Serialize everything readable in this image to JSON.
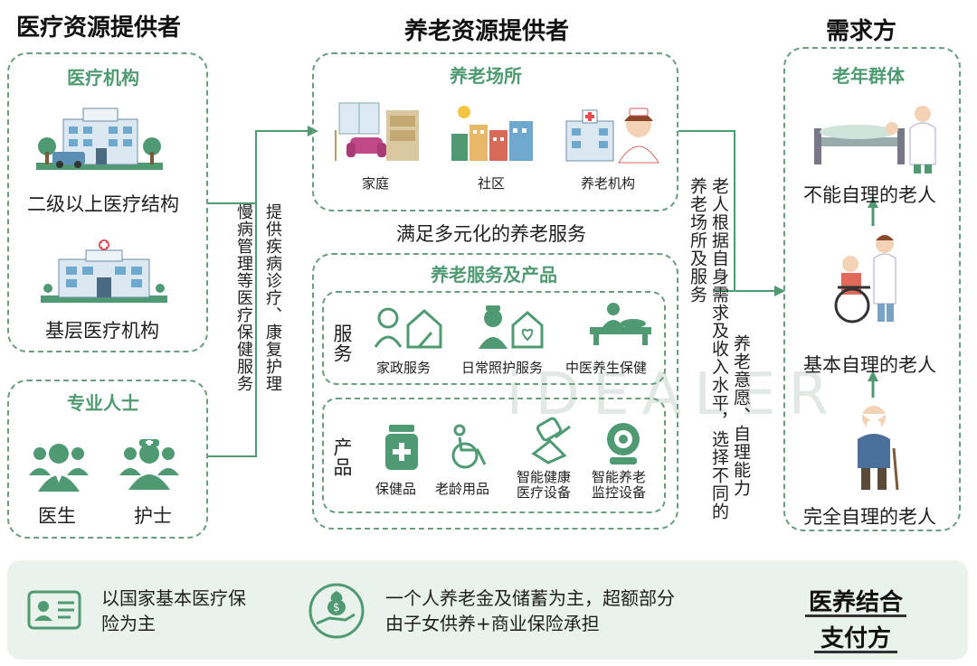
{
  "headers": {
    "medical": "医疗资源提供者",
    "elderly": "养老资源提供者",
    "demand": "需求方"
  },
  "medical_institutions": {
    "title": "医疗机构",
    "secondary": "二级以上医疗结构",
    "primary": "基层医疗机构"
  },
  "professionals": {
    "title": "专业人士",
    "doctor": "医生",
    "nurse": "护士"
  },
  "medical_flows": {
    "chronic": "慢病管理等医疗保健服务",
    "disease": "提供疾病诊疗、康复护理"
  },
  "elderly_places": {
    "title": "养老场所",
    "home": "家庭",
    "community": "社区",
    "institution": "养老机构"
  },
  "satisfy_text": "满足多元化的养老服务",
  "services_products": {
    "title": "养老服务及产品",
    "service_label": "服务",
    "services": [
      "家政服务",
      "日常照护服务",
      "中医养生保健"
    ],
    "product_label": "产品",
    "products": [
      "保健品",
      "老龄用品",
      "智能健康医疗设备",
      "智能养老监控设备"
    ]
  },
  "place_flow_text": "养老场所及服务",
  "selection_text": "老人根据自身需求及收入水平，选择不同的",
  "will_text": "养老意愿、自理能力",
  "elderly_group": {
    "title": "老年群体",
    "unable": "不能自理的老人",
    "basic": "基本自理的老人",
    "full": "完全自理的老人"
  },
  "payment": {
    "left_text": "以国家基本医疗保险为主",
    "right_text": "一个人养老金及储蓄为主，超额部分由子女供养+商业保险承担",
    "title_line1": "医养结合",
    "title_line2": "支付方"
  },
  "watermark": "iDEALER",
  "colors": {
    "accent_green": "#4f9a72",
    "dashed_border": "#6a9e80",
    "arrow": "#4f9a72",
    "footer_bg": "#eaf2ec"
  }
}
